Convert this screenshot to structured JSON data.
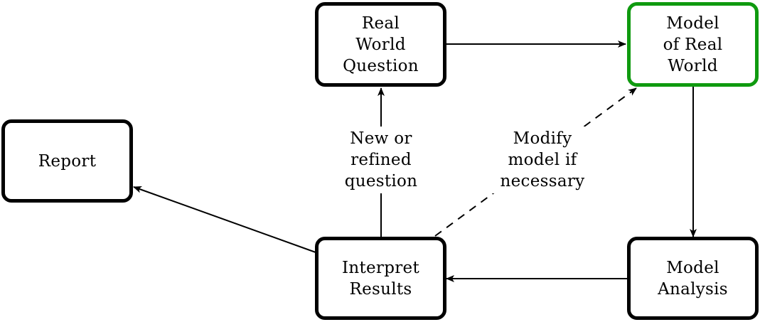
{
  "colors": {
    "border": "#000000",
    "highlight": "#0f9a0f",
    "background": "#ffffff"
  },
  "nodes": {
    "real_world_question": "Real\nWorld\nQuestion",
    "model_of_real_world": "Model\nof Real\nWorld",
    "report": "Report",
    "model_analysis": "Model\nAnalysis",
    "interpret_results": "Interpret\nResults"
  },
  "edge_labels": {
    "new_question": "New or\nrefined\nquestion",
    "modify_model": "Modify\nmodel if\nnecessary"
  }
}
